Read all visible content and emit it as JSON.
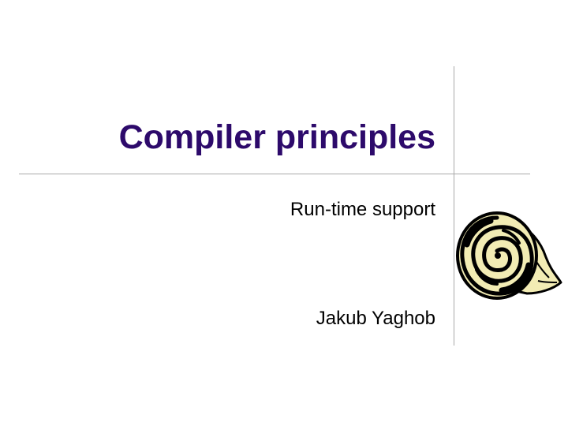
{
  "slide": {
    "title": "Compiler principles",
    "subtitle": "Run-time support",
    "author": "Jakub Yaghob"
  },
  "decoration": {
    "icon": "scroll-icon",
    "title_color": "#2d0a6b",
    "line_color": "#a8a8a8",
    "scroll_fill": "#f2ecb4",
    "scroll_stroke": "#000000"
  }
}
